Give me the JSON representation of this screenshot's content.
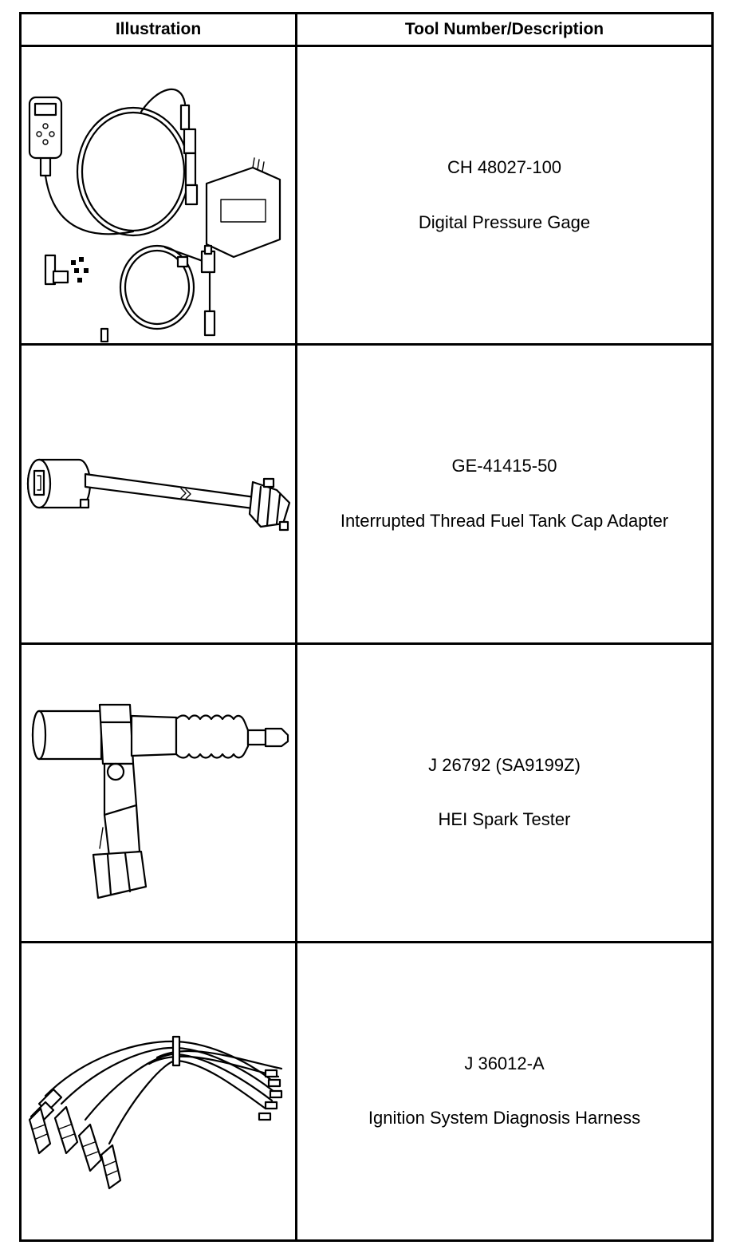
{
  "table": {
    "headers": {
      "illustration": "Illustration",
      "tool": "Tool Number/Description"
    },
    "rows": [
      {
        "tool_number": "CH 48027-100",
        "description": "Digital Pressure Gage",
        "illustration_icon": "digital-pressure-gage-icon"
      },
      {
        "tool_number": "GE-41415-50",
        "description": "Interrupted Thread Fuel Tank Cap Adapter",
        "illustration_icon": "fuel-tank-cap-adapter-icon"
      },
      {
        "tool_number": "J 26792 (SA9199Z)",
        "description": "HEI Spark Tester",
        "illustration_icon": "spark-tester-icon"
      },
      {
        "tool_number": "J 36012-A",
        "description": "Ignition System Diagnosis Harness",
        "illustration_icon": "diagnosis-harness-icon"
      }
    ]
  }
}
